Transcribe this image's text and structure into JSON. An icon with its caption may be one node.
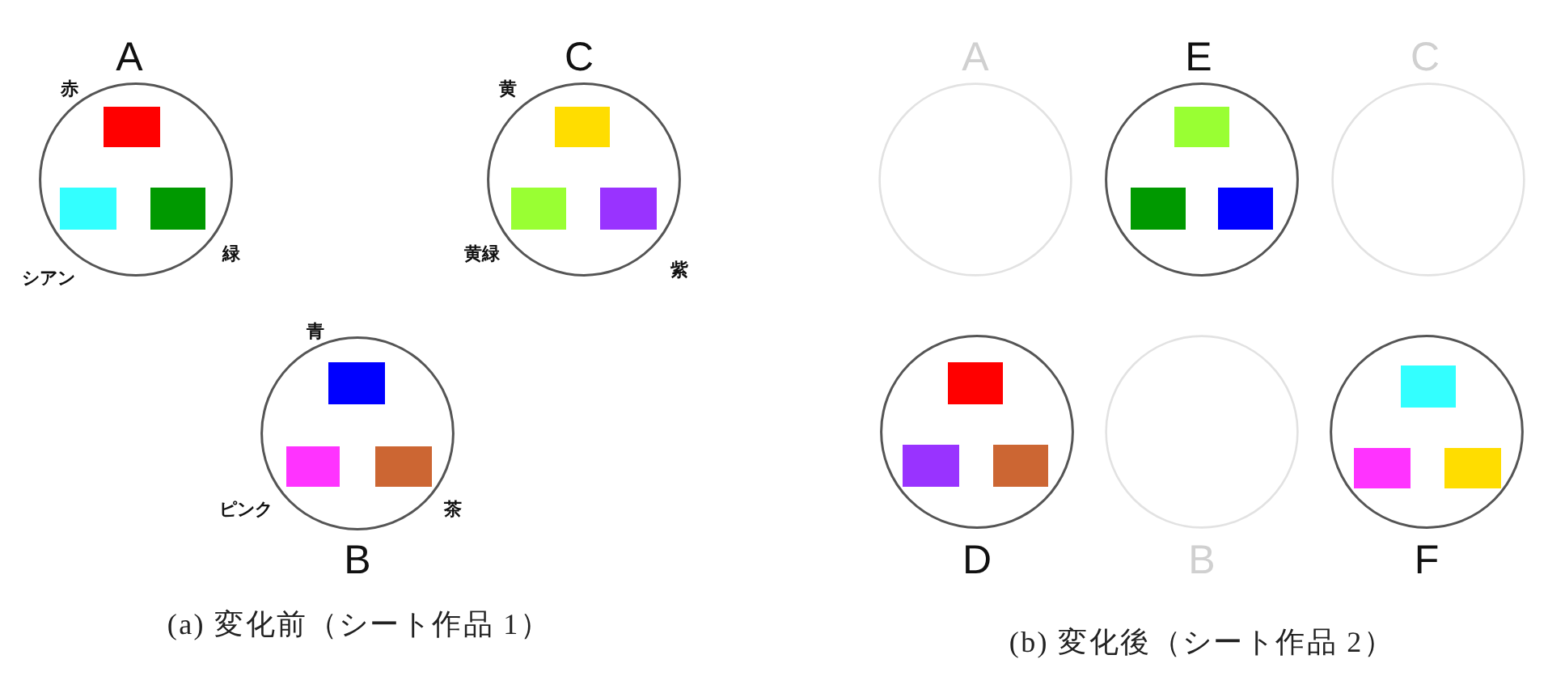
{
  "diagram": {
    "nodes": [
      {
        "text": [
          "A"
        ],
        "beside": [
          "赤",
          "緑",
          "シアン"
        ]
      },
      {
        "text": [],
        "shape": "box",
        "in": 0
      },
      {
        "text": [],
        "shape": "box",
        "in": 0
      },
      {
        "text": [],
        "shape": "box",
        "in": 0
      },
      {
        "text": [
          "C"
        ],
        "beside": [
          "黄",
          "黄緑",
          "紫"
        ]
      },
      {
        "text": [],
        "shape": "box",
        "in": 4
      },
      {
        "text": [],
        "shape": "box",
        "in": 4
      },
      {
        "text": [],
        "shape": "box",
        "in": 4
      },
      {
        "text": [
          "B"
        ],
        "beside": [
          "青",
          "ピンク",
          "茶"
        ]
      },
      {
        "text": [],
        "shape": "box",
        "in": 8
      },
      {
        "text": [],
        "shape": "box",
        "in": 8
      },
      {
        "text": [],
        "shape": "box",
        "in": 8
      },
      {
        "text": [
          "A"
        ]
      },
      {
        "text": [
          "E"
        ]
      },
      {
        "text": [],
        "shape": "box",
        "in": 13
      },
      {
        "text": [],
        "shape": "box",
        "in": 13
      },
      {
        "text": [],
        "shape": "box",
        "in": 13
      },
      {
        "text": [
          "C"
        ]
      },
      {
        "text": [
          "D"
        ]
      },
      {
        "text": [],
        "shape": "box",
        "in": 18
      },
      {
        "text": [],
        "shape": "box",
        "in": 18
      },
      {
        "text": [],
        "shape": "box",
        "in": 18
      },
      {
        "text": [
          "B"
        ]
      },
      {
        "text": [
          "F"
        ]
      },
      {
        "text": [],
        "shape": "box",
        "in": 23
      },
      {
        "text": [],
        "shape": "box",
        "in": 23
      },
      {
        "text": [],
        "shape": "box",
        "in": 23
      }
    ],
    "labels": [
      "(a) 変化前（シート作品 1）",
      "(b) 変化後（シート作品 2）"
    ]
  }
}
